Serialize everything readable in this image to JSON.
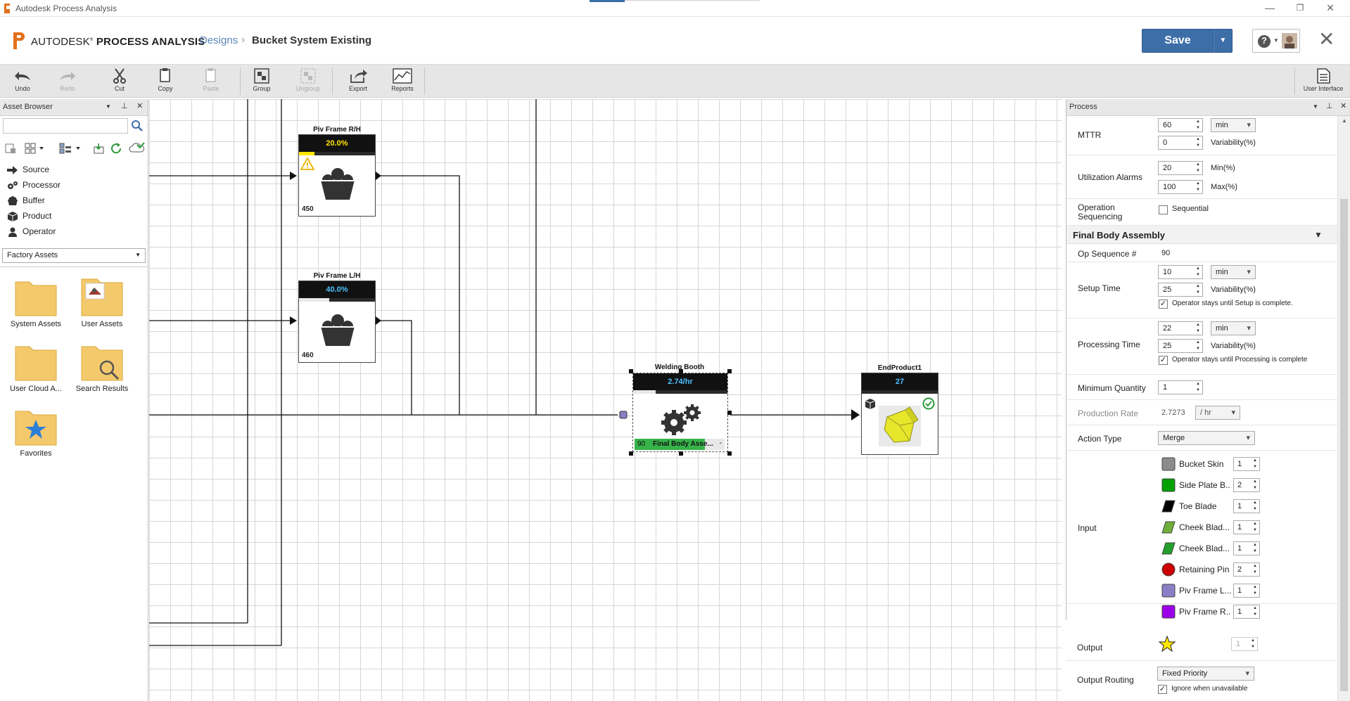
{
  "window": {
    "title": "Autodesk Process Analysis"
  },
  "header": {
    "brand_prefix": "AUTODESK",
    "brand_product": "PROCESS ANALYSIS",
    "breadcrumb_root": "Designs",
    "breadcrumb_current": "Bucket System Existing",
    "save_label": "Save",
    "help_label": "?"
  },
  "toolbar": {
    "undo": "Undo",
    "redo": "Redo",
    "cut": "Cut",
    "copy": "Copy",
    "paste": "Paste",
    "group": "Group",
    "ungroup": "Ungroup",
    "export": "Export",
    "reports": "Reports",
    "user_interface": "User Interface"
  },
  "asset_browser": {
    "title": "Asset Browser",
    "search_placeholder": "",
    "categories": [
      "Source",
      "Processor",
      "Buffer",
      "Product",
      "Operator"
    ],
    "library_selected": "Factory Assets",
    "folders": [
      "System Assets",
      "User Assets",
      "User Cloud A...",
      "Search Results",
      "Favorites"
    ]
  },
  "canvas": {
    "nodes": {
      "piv_rh": {
        "title": "Piv Frame R/H",
        "rate": "20.0%",
        "count": "450"
      },
      "piv_lh": {
        "title": "Piv Frame L/H",
        "rate": "40.0%",
        "count": "460"
      },
      "welding": {
        "title": "Welding Booth",
        "rate": "2.74/hr",
        "op_num": "90",
        "op_name": "Final Body Asse...",
        "op_more": "-"
      },
      "end": {
        "title": "EndProduct1",
        "count": "27"
      }
    },
    "colors": {
      "rate_rh": "#ffe600",
      "rate_lh": "#4cc3ff",
      "rate_weld": "#4cc3ff",
      "op_green": "#37b34a"
    }
  },
  "process": {
    "title": "Process",
    "mttr": {
      "label": "MTTR",
      "value": "60",
      "unit": "min",
      "variability": "0",
      "variability_label": "Variability(%)"
    },
    "utilization": {
      "label": "Utilization Alarms",
      "min": "20",
      "min_label": "Min(%)",
      "max": "100",
      "max_label": "Max(%)"
    },
    "operation_sequencing": {
      "label": "Operation Sequencing",
      "option": "Sequential"
    },
    "section_title": "Final Body Assembly",
    "op_sequence": {
      "label": "Op Sequence #",
      "value": "90"
    },
    "setup_time": {
      "label": "Setup Time",
      "value": "10",
      "unit": "min",
      "variability": "25",
      "variability_label": "Variability(%)",
      "check_label": "Operator stays until Setup is complete."
    },
    "processing_time": {
      "label": "Processing Time",
      "value": "22",
      "unit": "min",
      "variability": "25",
      "variability_label": "Variability(%)",
      "check_label": "Operator stays until Processing is complete"
    },
    "minimum_quantity": {
      "label": "Minimum Quantity",
      "value": "1"
    },
    "production_rate": {
      "label": "Production Rate",
      "value": "2.7273",
      "unit": "/ hr"
    },
    "action_type": {
      "label": "Action Type",
      "value": "Merge"
    },
    "input": {
      "label": "Input",
      "items": [
        {
          "name": "Bucket Skin",
          "qty": "1",
          "color": "#8c8c8c"
        },
        {
          "name": "Side Plate B...",
          "qty": "2",
          "color": "#00a000"
        },
        {
          "name": "Toe Blade",
          "qty": "1",
          "color": "#000000"
        },
        {
          "name": "Cheek Blad...",
          "qty": "1",
          "color": "#6fae3a"
        },
        {
          "name": "Cheek Blad...",
          "qty": "1",
          "color": "#22a02a"
        },
        {
          "name": "Retaining Pin",
          "qty": "2",
          "color": "#cc0000"
        },
        {
          "name": "Piv Frame L...",
          "qty": "1",
          "color": "#8a7fc4"
        },
        {
          "name": "Piv Frame R...",
          "qty": "1",
          "color": "#9b00e8"
        }
      ]
    },
    "output": {
      "label": "Output",
      "qty": "1"
    },
    "output_routing": {
      "label": "Output Routing",
      "value": "Fixed Priority",
      "check_label": "Ignore when unavailable"
    }
  }
}
